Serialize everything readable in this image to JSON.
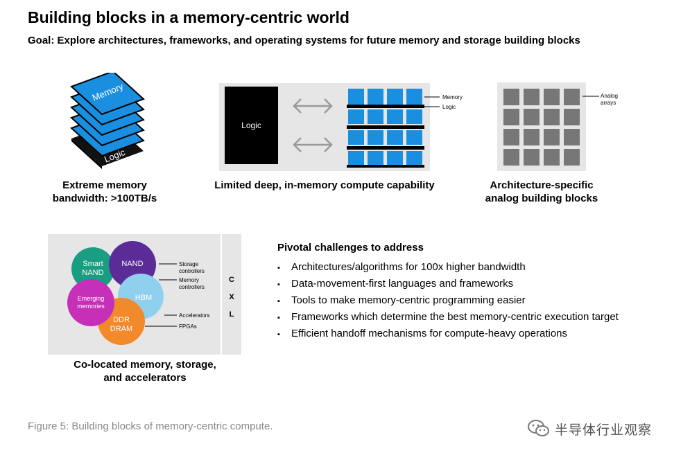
{
  "header": {
    "title": "Building blocks in a memory-centric world",
    "goal": "Goal: Explore architectures, frameworks, and operating systems for future memory and storage building blocks"
  },
  "stack_block": {
    "top_label": "Memory",
    "bottom_label": "Logic",
    "caption_line1": "Extreme memory",
    "caption_line2": "bandwidth: >100TB/s"
  },
  "compute_block": {
    "logic_label": "Logic",
    "memory_annotation": "Memory",
    "logic_annotation": "Logic",
    "caption": "Limited deep, in-memory compute capability",
    "cell_color": "#1a8fe0"
  },
  "analog_block": {
    "annotation_line1": "Analog",
    "annotation_line2": "arrays",
    "caption_line1": "Architecture-specific",
    "caption_line2": "analog building blocks"
  },
  "colocated_block": {
    "circles": {
      "smart_nand": {
        "line1": "Smart",
        "line2": "NAND",
        "color": "#1a9e82"
      },
      "nand": {
        "line1": "NAND",
        "color": "#5b2c98"
      },
      "emerging": {
        "line1": "Emerging",
        "line2": "memories",
        "color": "#c62fb8"
      },
      "hbm": {
        "line1": "HBM",
        "color": "#8fd0ee"
      },
      "ddr": {
        "line1": "DDR",
        "line2": "DRAM",
        "color": "#f28a2c"
      }
    },
    "annotations": {
      "storage_line1": "Storage",
      "storage_line2": "controllers",
      "memory_line1": "Memory",
      "memory_line2": "controllers",
      "accelerators": "Accelerators",
      "fpgas": "FPGAs"
    },
    "cxl": [
      "C",
      "X",
      "L"
    ],
    "caption_line1": "Co-located memory, storage,",
    "caption_line2": "and accelerators"
  },
  "challenges": {
    "title": "Pivotal challenges to address",
    "bullet_char": "▪",
    "items": [
      "Architectures/algorithms for 100x higher bandwidth",
      "Data-movement-first languages and frameworks",
      "Tools to make memory-centric programming easier",
      "Frameworks which determine the best memory-centric execution target",
      "Efficient handoff mechanisms for compute-heavy operations"
    ]
  },
  "figure_caption": "Figure 5: Building blocks of memory-centric compute.",
  "watermark": {
    "icon": "wechat-icon",
    "text": "半导体行业观察"
  }
}
